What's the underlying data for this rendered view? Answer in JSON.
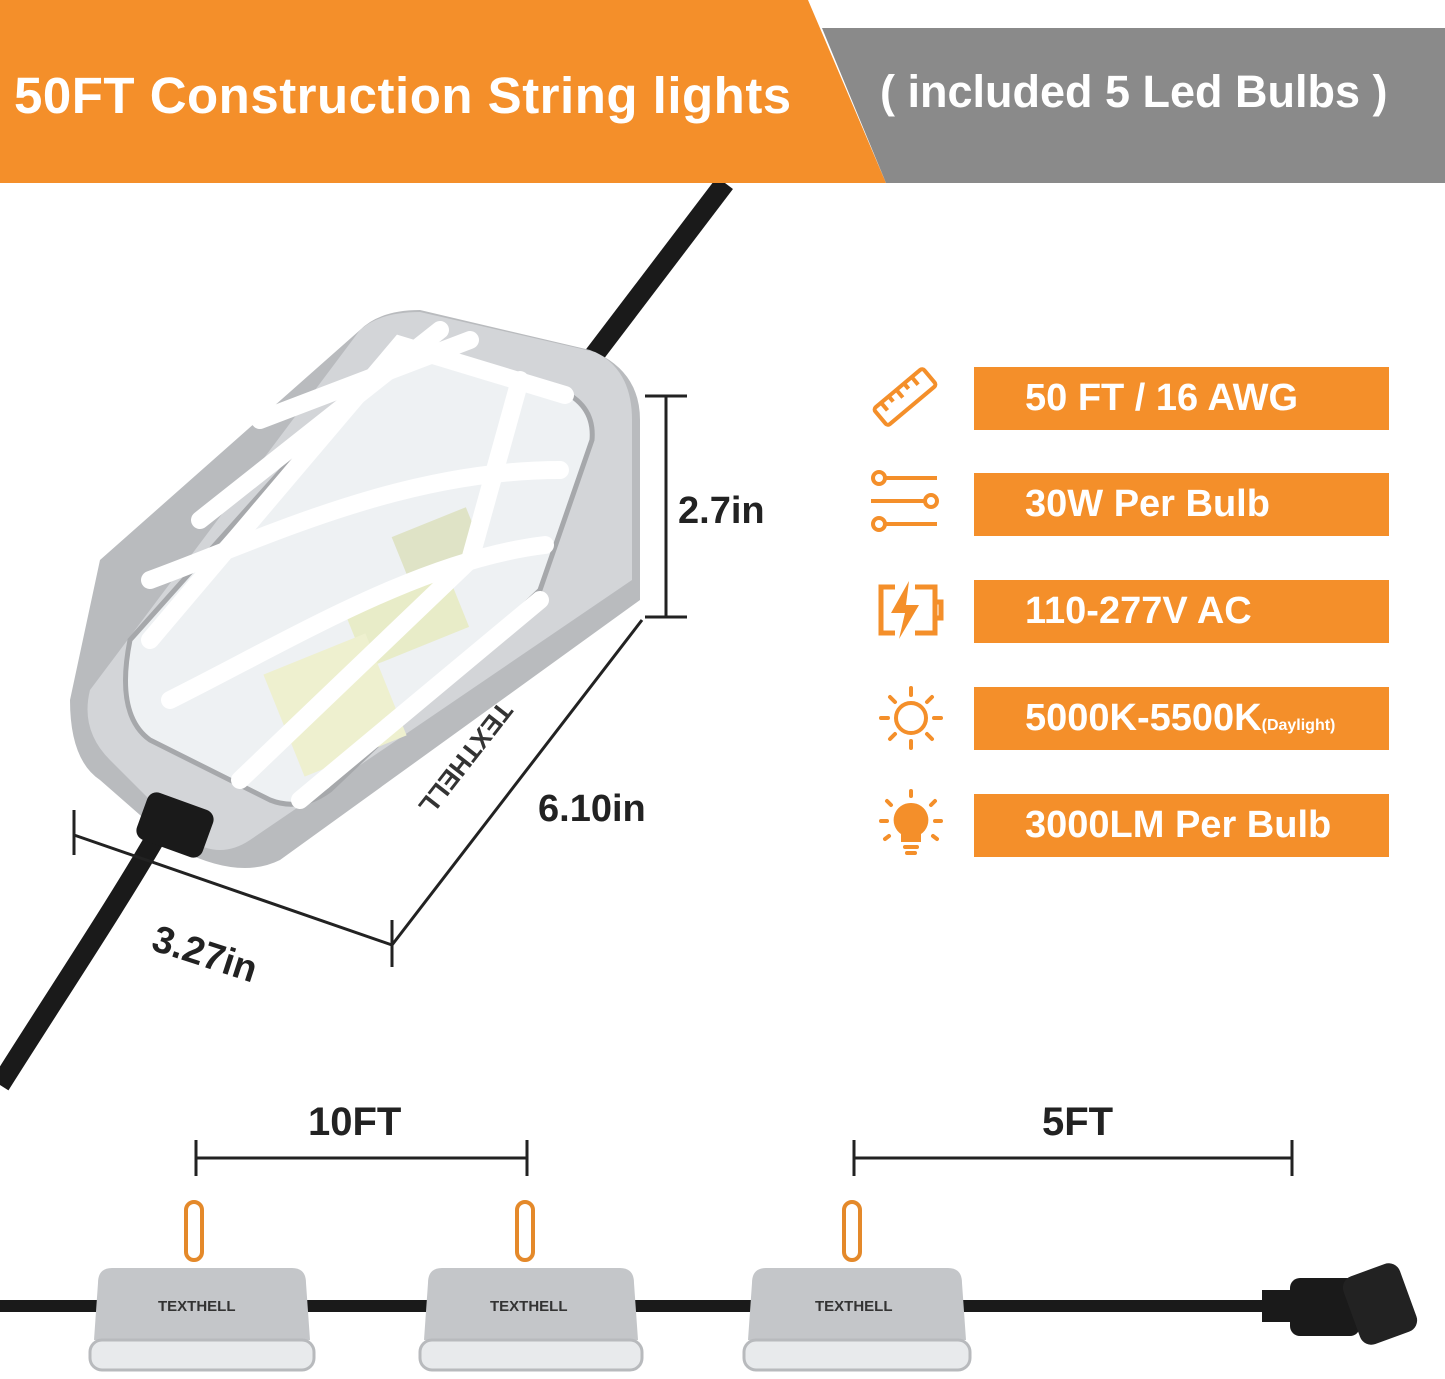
{
  "header": {
    "title": "50FT Construction String lights",
    "subtitle": "( included 5 Led Bulbs )"
  },
  "specs": [
    {
      "icon": "ruler-icon",
      "label": "50 FT / 16 AWG"
    },
    {
      "icon": "sliders-icon",
      "label": "30W Per Bulb"
    },
    {
      "icon": "battery-bolt-icon",
      "label": "110-277V AC"
    },
    {
      "icon": "sun-icon",
      "label": "5000K-5500K",
      "suffix": "(Daylight)"
    },
    {
      "icon": "lightbulb-icon",
      "label": "3000LM Per Bulb"
    }
  ],
  "dimensions": {
    "height": "2.7in",
    "length": "6.10in",
    "width": "3.27in"
  },
  "spacing": {
    "between_bulbs": "10FT",
    "to_end": "5FT"
  },
  "brand": "TEXTHELL",
  "colors": {
    "accent": "#f48f2a",
    "header_gray": "#8a8a8a",
    "cable": "#1a1a1a",
    "housing": "#c9cacc"
  }
}
